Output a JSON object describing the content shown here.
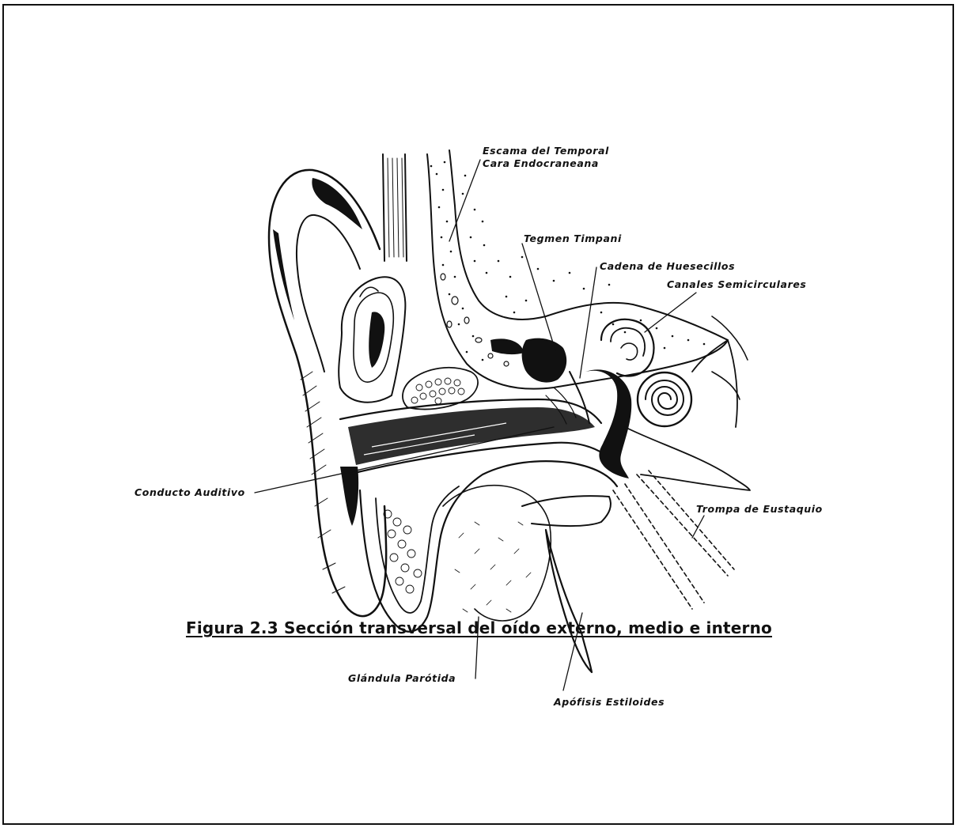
{
  "figure": {
    "caption": "Figura 2.3 Sección transversal del oído externo, medio e interno",
    "labels": {
      "escama_line1": "Escama del Temporal",
      "escama_line2": "Cara Endocraneana",
      "tegmen": "Tegmen Timpani",
      "cadena": "Cadena de Huesecillos",
      "canales": "Canales Semicirculares",
      "conducto": "Conducto Auditivo",
      "trompa": "Trompa de Eustaquio",
      "glandula": "Glándula Parótida",
      "apofisis": "Apófisis Estiloides"
    }
  }
}
